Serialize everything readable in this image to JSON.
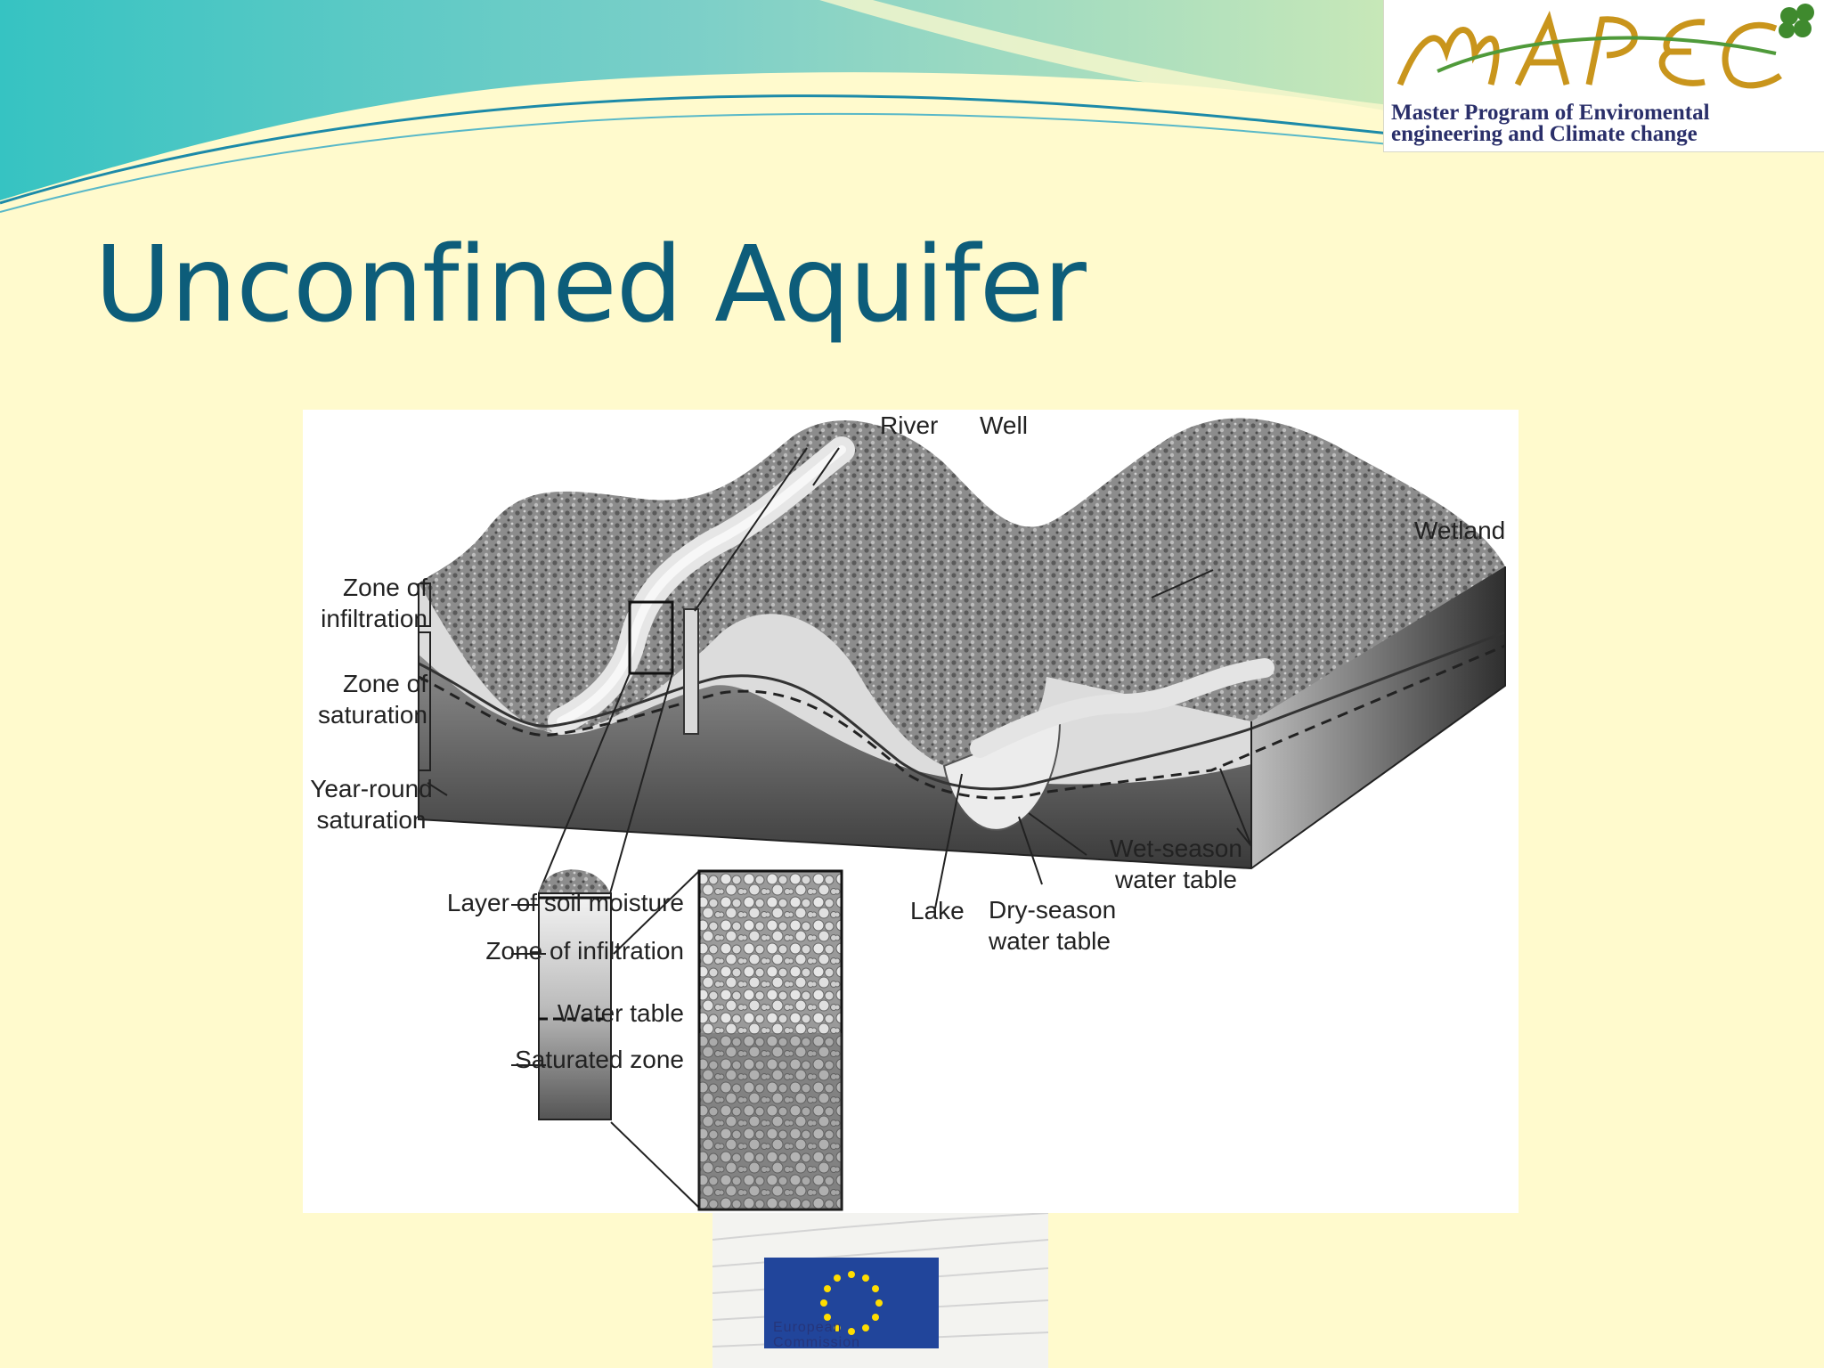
{
  "slide": {
    "title": "Unconfined Aquifer"
  },
  "logo": {
    "wordmark": "MAPEC",
    "line1": "Master Program of Enviromental",
    "line2": "engineering and Climate change"
  },
  "diagram": {
    "labels": {
      "river": "River",
      "well": "Well",
      "wetland": "Wetland",
      "zone_infiltration_1": "Zone of",
      "zone_infiltration_2": "infiltration",
      "zone_saturation_1": "Zone of",
      "zone_saturation_2": "saturation",
      "year_round_1": "Year-round",
      "year_round_2": "saturation",
      "lake": "Lake",
      "wet_season_1": "Wet-season",
      "wet_season_2": "water table",
      "dry_season_1": "Dry-season",
      "dry_season_2": "water table",
      "soil_moisture": "Layer of soil moisture",
      "zone_infiltration_full": "Zone of infiltration",
      "water_table": "Water table",
      "saturated_zone": "Saturated zone"
    }
  },
  "footer_logo": {
    "line1": "European",
    "line2": "Commission"
  },
  "colors": {
    "background": "#fffacd",
    "title": "#0d5d7a",
    "eu_blue": "#21459b",
    "eu_star": "#ffdd00"
  }
}
